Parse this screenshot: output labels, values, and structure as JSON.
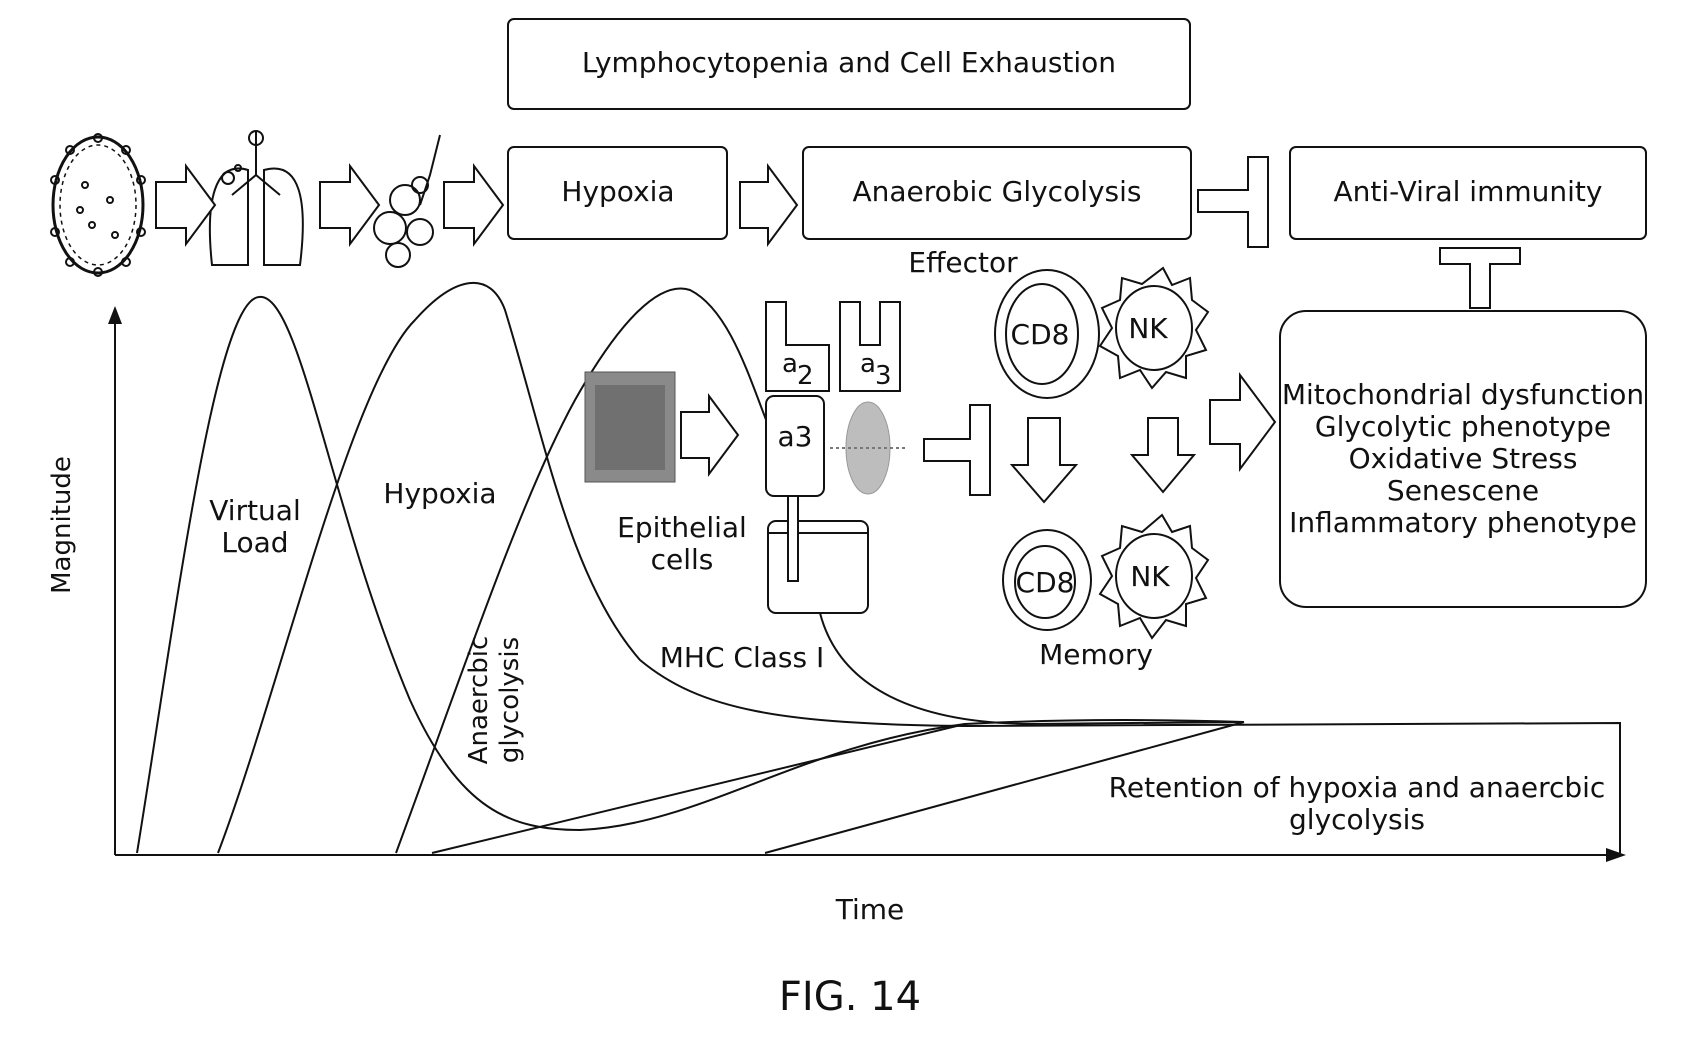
{
  "title_box": "Lymphocytopenia and Cell Exhaustion",
  "process_boxes": {
    "hypoxia": "Hypoxia",
    "anaerobic": "Anaerobic Glycolysis",
    "antiviral": "Anti-Viral immunity"
  },
  "outcome_box": {
    "lines": [
      "Mitochondrial dysfunction",
      "Glycolytic phenotype",
      "Oxidative Stress",
      "Senescene",
      "Inflammatory phenotype"
    ]
  },
  "cells": {
    "effector_label": "Effector",
    "memory_label": "Memory",
    "cd8": "CD8",
    "nk": "NK",
    "epithelial": [
      "Epithelial",
      "cells"
    ],
    "mhc": "MHC Class I",
    "mhc_parts": {
      "a2_base": "a",
      "a2_sub": "2",
      "a3_base": "a",
      "a3_sub": "3",
      "a3_body": "a3"
    }
  },
  "curve_labels": {
    "viral_load": [
      "Virtual",
      "Load"
    ],
    "hypoxia": "Hypoxia",
    "anaerobic": [
      "Anaercbic",
      "glycolysis"
    ],
    "retention": [
      "Retention of hypoxia and anaercbic",
      "glycolysis"
    ]
  },
  "axes": {
    "y_label": "Magnitude",
    "x_label": "Time"
  },
  "caption": "FIG. 14"
}
